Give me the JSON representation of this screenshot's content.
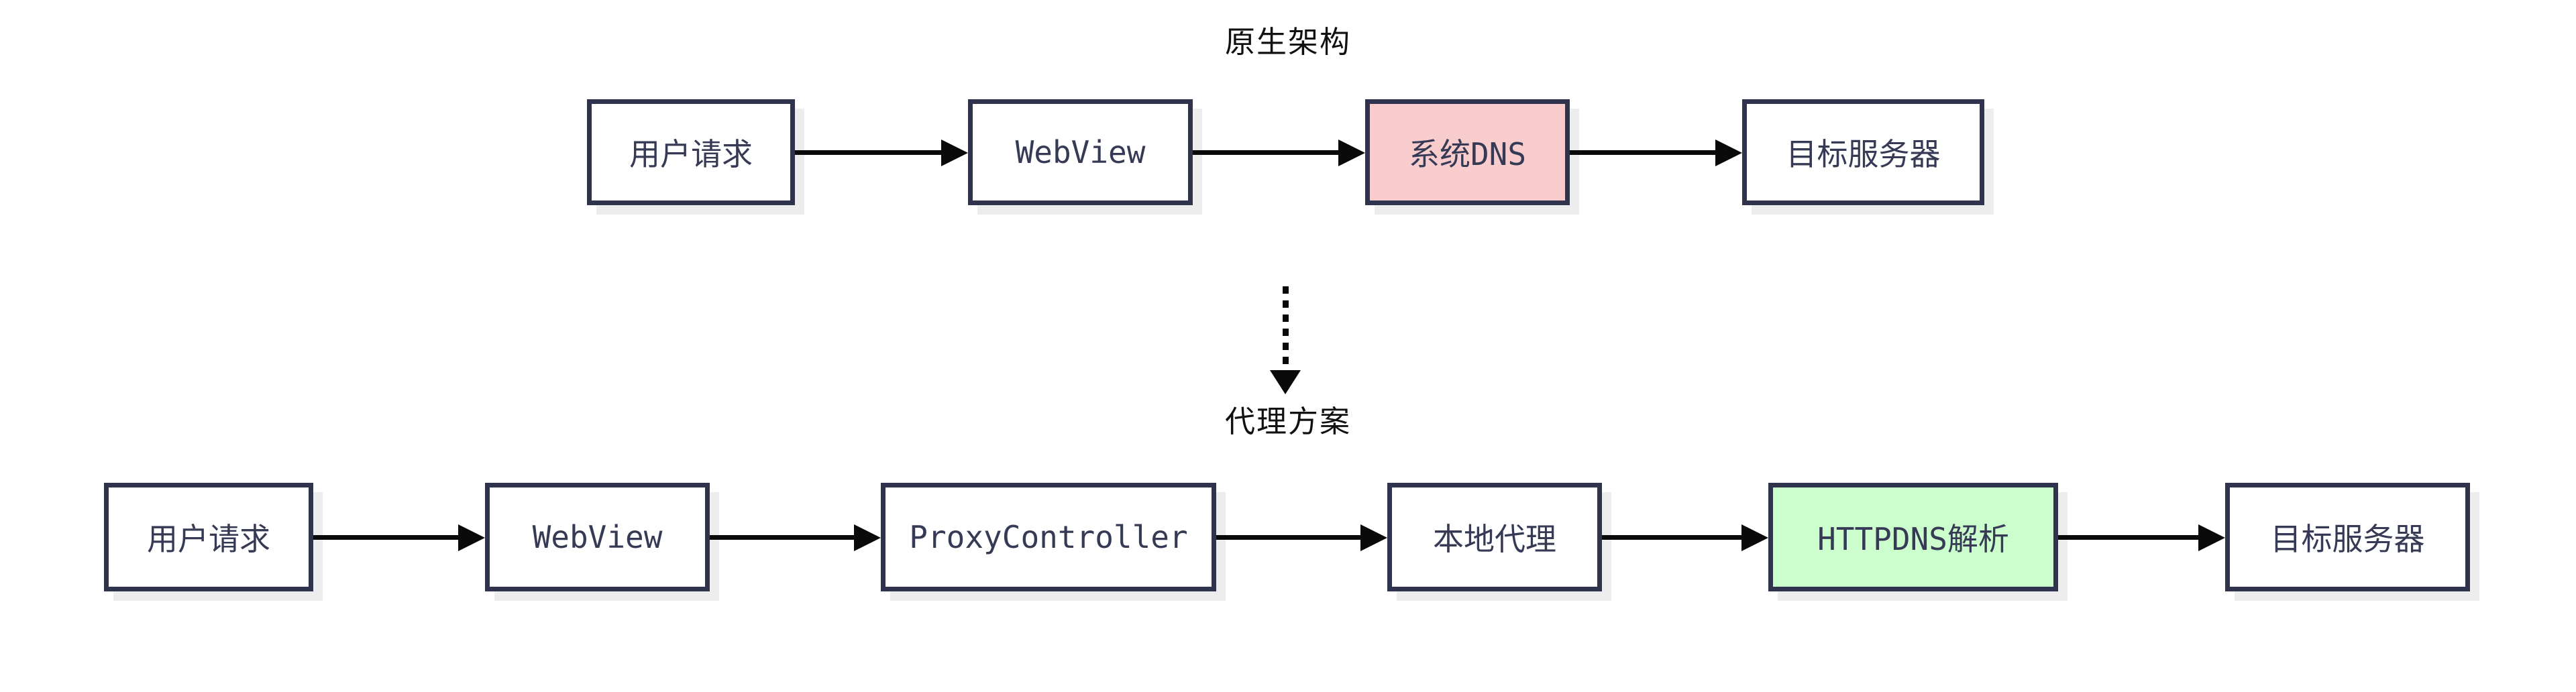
{
  "diagram": {
    "native": {
      "title": "原生架构",
      "nodes": [
        {
          "label": "用户请求"
        },
        {
          "label": "WebView"
        },
        {
          "label": "系统DNS",
          "highlight": "pink"
        },
        {
          "label": "目标服务器"
        }
      ]
    },
    "connector": {
      "type": "dotted-arrow-down",
      "from": "原生架构",
      "to": "代理方案"
    },
    "proxy": {
      "title": "代理方案",
      "nodes": [
        {
          "label": "用户请求"
        },
        {
          "label": "WebView"
        },
        {
          "label": "ProxyController"
        },
        {
          "label": "本地代理"
        },
        {
          "label": "HTTPDNS解析",
          "highlight": "green"
        },
        {
          "label": "目标服务器"
        }
      ]
    },
    "colors": {
      "highlight_pink": "#f9cdce",
      "highlight_green": "#ccfdcc",
      "box_border": "#2f334d",
      "box_text": "#363a55",
      "arrow": "#0a0a0a",
      "shadow": "#ededed",
      "background": "#ffffff"
    }
  }
}
